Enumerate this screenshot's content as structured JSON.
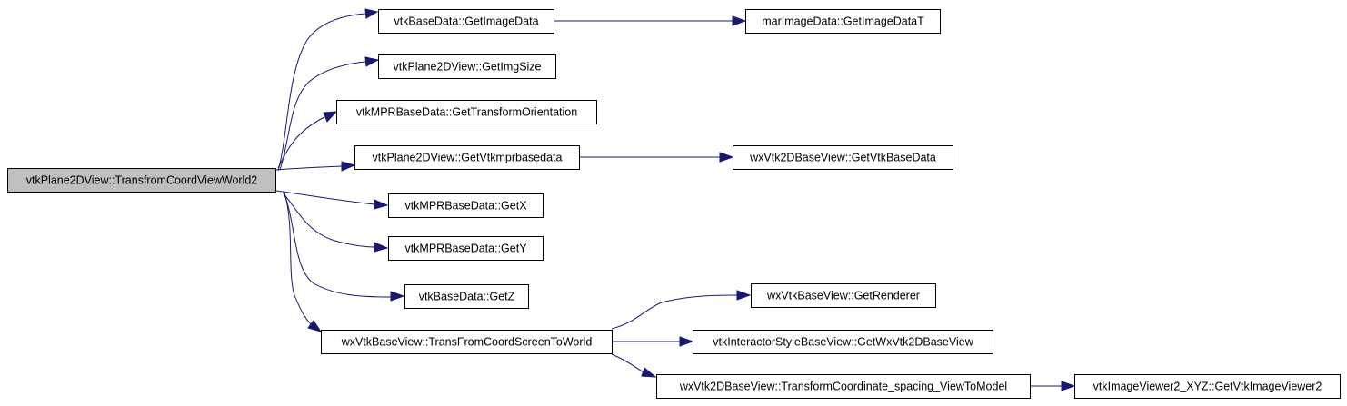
{
  "nodes": {
    "root": "vtkPlane2DView::TransfromCoordViewWorld2",
    "get_image_data": "vtkBaseData::GetImageData",
    "mar_get_image_data_t": "marImageData::GetImageDataT",
    "get_img_size": "vtkPlane2DView::GetImgSize",
    "get_transform_orientation": "vtkMPRBaseData::GetTransformOrientation",
    "get_vtkmprbasedata": "vtkPlane2DView::GetVtkmprbasedata",
    "get_vtk_base_data": "wxVtk2DBaseView::GetVtkBaseData",
    "get_x": "vtkMPRBaseData::GetX",
    "get_y": "vtkMPRBaseData::GetY",
    "get_z": "vtkBaseData::GetZ",
    "trans_from_coord_screen_to_world": "wxVtkBaseView::TransFromCoordScreenToWorld",
    "get_renderer": "wxVtkBaseView::GetRenderer",
    "get_wx_vtk2d_base_view": "vtkInteractorStyleBaseView::GetWxVtk2DBaseView",
    "transform_coordinate_spacing": "wxVtk2DBaseView::TransformCoordinate_spacing_ViewToModel",
    "get_vtk_image_viewer2": "vtkImageViewer2_XYZ::GetVtkImageViewer2"
  },
  "colors": {
    "edge": "#191970",
    "root_fill": "#bfbfbf",
    "node_fill": "#ffffff",
    "node_border": "#000000"
  }
}
